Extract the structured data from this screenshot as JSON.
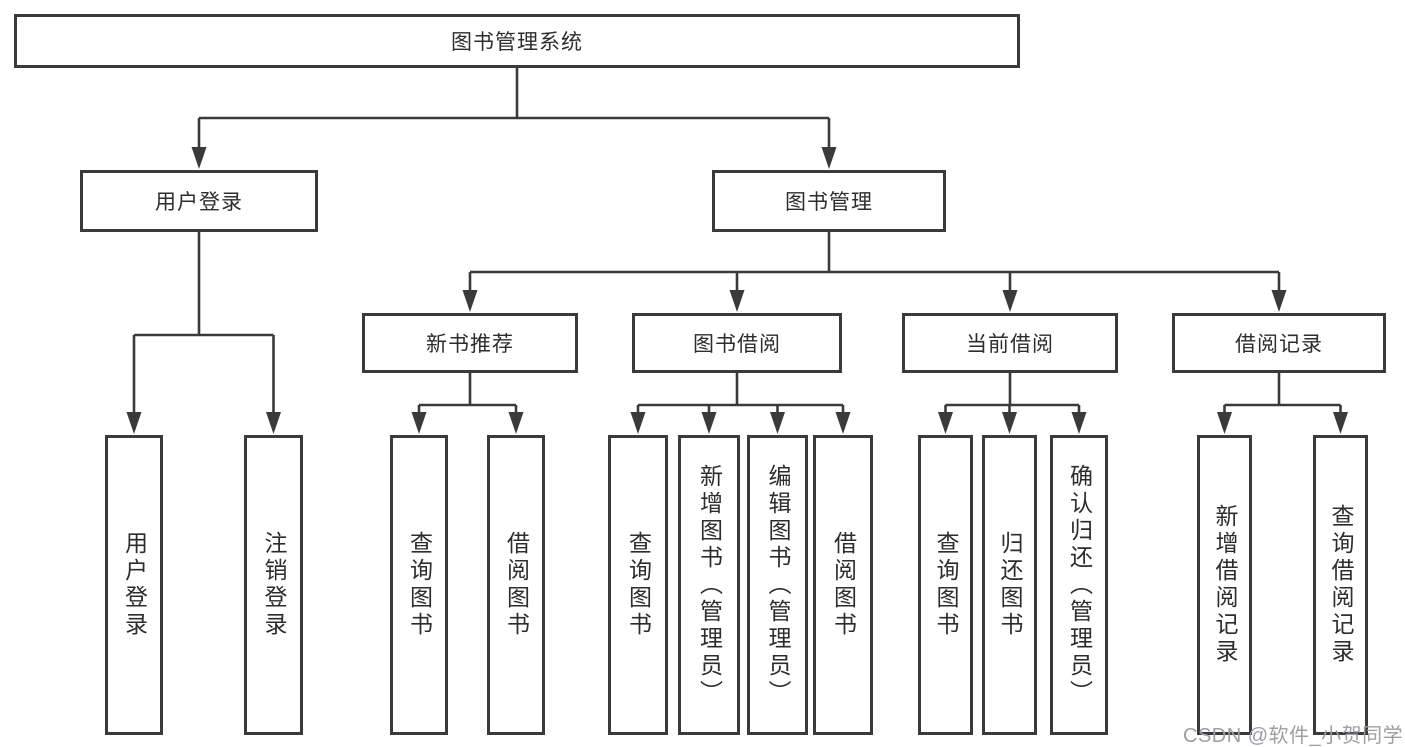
{
  "diagram_title": "图书管理系统",
  "colors": {
    "line": "#3a3a3a",
    "box_border": "#3a3a3a",
    "text": "#2d2d2d",
    "background": "#ffffff",
    "watermark": "#9c9fa3"
  },
  "nodes": {
    "root": "图书管理系统",
    "user_login": "用户登录",
    "book_mgmt": "图书管理",
    "new_books": "新书推荐",
    "book_borrow": "图书借阅",
    "current_borrow": "当前借阅",
    "borrow_records": "借阅记录",
    "leaf_user_login": "用户登录",
    "leaf_logout": "注销登录",
    "leaf_query_books_rec": "查询图书",
    "leaf_borrow_books_rec": "借阅图书",
    "leaf_query_books_borrow": "查询图书",
    "leaf_add_books_admin": "新增图书（管理员）",
    "leaf_edit_books_admin": "编辑图书（管理员）",
    "leaf_borrow_books_borrow": "借阅图书",
    "leaf_query_books_current": "查询图书",
    "leaf_return_books": "归还图书",
    "leaf_confirm_return_admin": "确认归还（管理员）",
    "leaf_add_borrow_record": "新增借阅记录",
    "leaf_query_borrow_record": "查询借阅记录"
  },
  "watermark": "CSDN @软件_小贺同学"
}
